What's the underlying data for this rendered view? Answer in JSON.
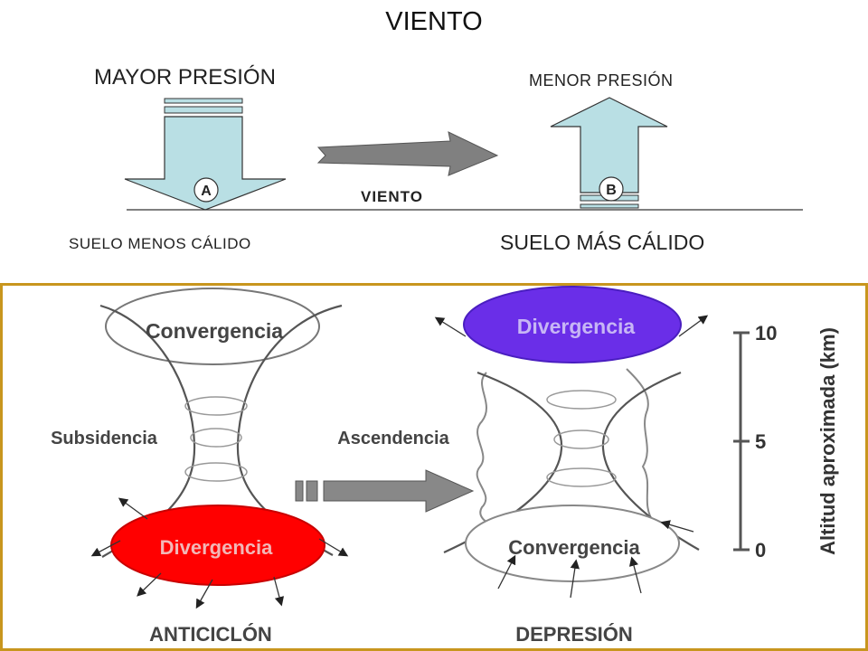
{
  "title": "VIENTO",
  "top": {
    "high_pressure_label": "MAYOR PRESIÓN",
    "low_pressure_label": "MENOR PRESIÓN",
    "wind_label": "VIENTO",
    "cold_ground_label": "SUELO MENOS CÁLIDO",
    "warm_ground_label": "SUELO MÁS CÁLIDO",
    "point_a": "A",
    "point_b": "B"
  },
  "bottom": {
    "anticyclone": {
      "title": "ANTICICLÓN",
      "top_label": "Convergencia",
      "middle_label": "Subsidencia",
      "bottom_label": "Divergencia"
    },
    "depression": {
      "title": "DEPRESIÓN",
      "top_label": "Divergencia",
      "middle_label": "Ascendencia",
      "bottom_label": "Convergencia"
    },
    "altitude_axis": {
      "title": "Altitud aproximada (km)",
      "ticks": [
        "10",
        "5",
        "0"
      ]
    }
  },
  "colors": {
    "arrow_fill": "#b9dfe4",
    "wind_arrow": "#808080",
    "divergence_low": "#ff0000",
    "divergence_high": "#6a2ee8",
    "frame": "#c8961e"
  }
}
